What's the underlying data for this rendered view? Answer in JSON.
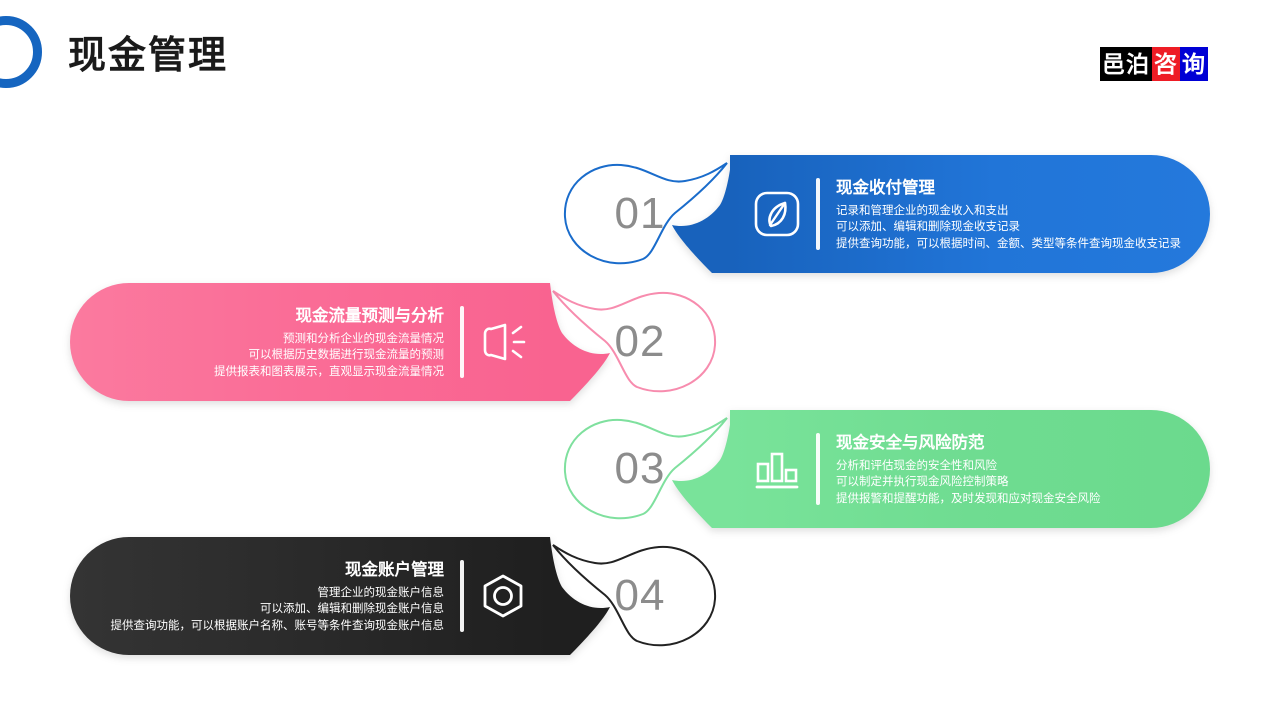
{
  "header": {
    "title": "现金管理",
    "logo": {
      "part_black": "邑泊",
      "part_red": "咨",
      "part_blue": "询"
    }
  },
  "colors": {
    "blue_light": "#2175D8",
    "blue_dark": "#1862BC",
    "pink": "#FA6D97",
    "pink_dark": "#F96390",
    "green": "#6FDC91",
    "green_dark": "#79E39A",
    "dark": "#2A2A2A",
    "dark_dark": "#1F1F1F",
    "number_text": "#8C8C8C",
    "ring": "#1565C0"
  },
  "items": [
    {
      "number": "01",
      "side": "right",
      "color": "#2175D8",
      "outline_color": "#1A6CCB",
      "icon": "leaf-note-icon",
      "title": "现金收付管理",
      "lines": [
        "记录和管理企业的现金收入和支出",
        "可以添加、编辑和删除现金收支记录",
        "提供查询功能，可以根据时间、金额、类型等条件查询现金收支记录"
      ]
    },
    {
      "number": "02",
      "side": "left",
      "color": "#FA6D97",
      "outline_color": "#F78CAE",
      "icon": "megaphone-icon",
      "title": "现金流量预测与分析",
      "lines": [
        "预测和分析企业的现金流量情况",
        "可以根据历史数据进行现金流量的预测",
        "提供报表和图表展示，直观显示现金流量情况"
      ]
    },
    {
      "number": "03",
      "side": "right",
      "color": "#6FDC91",
      "outline_color": "#7FE09E",
      "icon": "bar-chart-icon",
      "title": "现金安全与风险防范",
      "lines": [
        "分析和评估现金的安全性和风险",
        "可以制定并执行现金风险控制策略",
        "提供报警和提醒功能，及时发现和应对现金安全风险"
      ]
    },
    {
      "number": "04",
      "side": "left",
      "color": "#2A2A2A",
      "outline_color": "#222222",
      "icon": "hex-nut-icon",
      "title": "现金账户管理",
      "lines": [
        "管理企业的现金账户信息",
        "可以添加、编辑和删除现金账户信息",
        "提供查询功能，可以根据账户名称、账号等条件查询现金账户信息"
      ]
    }
  ]
}
